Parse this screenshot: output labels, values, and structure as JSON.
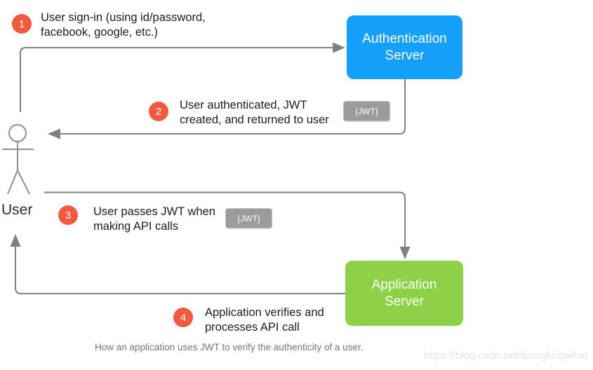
{
  "user_label": "User",
  "jwt_badge_label": "{JWT}",
  "auth_server": {
    "label": "Authentication Server",
    "color": "#15a0fc"
  },
  "app_server": {
    "label": "Application Server",
    "color": "#8dd246"
  },
  "steps": [
    {
      "num": "1",
      "line1": "User sign-in (using id/password,",
      "line2": "facebook, google, etc.)"
    },
    {
      "num": "2",
      "line1": "User authenticated, JWT",
      "line2": "created, and returned to user"
    },
    {
      "num": "3",
      "line1": "User passes JWT when",
      "line2": "making API calls"
    },
    {
      "num": "4",
      "line1": "Application verifies and",
      "line2": "processes API call"
    }
  ],
  "caption": "How an application uses JWT to verify the authenticity of a user.",
  "watermark": "https://blog.csdn.net/loongkingwhat",
  "colors": {
    "step_circle": "#f2593f",
    "badge_bg": "#9b9b9b",
    "arrow": "#808080",
    "stick_figure": "#8f8f8f",
    "text": "#1c1c1c",
    "caption": "#747474",
    "watermark": "#e3e3e3"
  }
}
